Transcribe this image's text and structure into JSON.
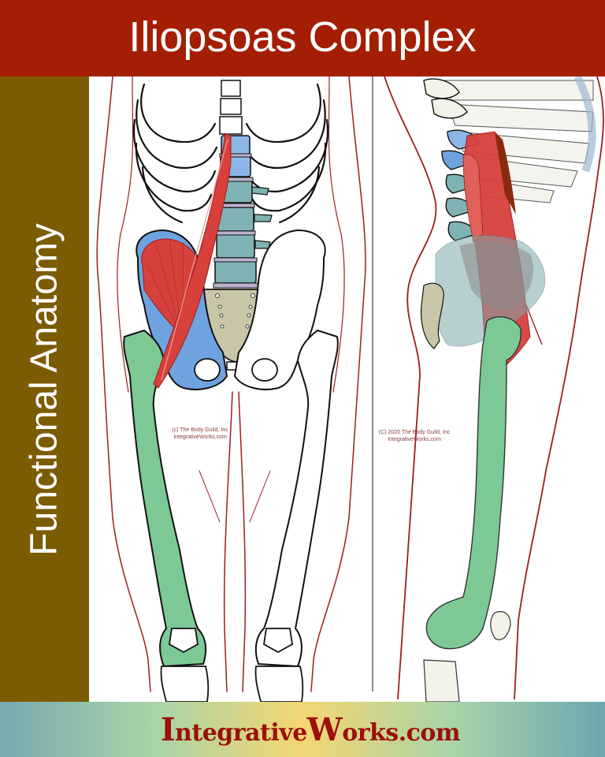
{
  "header": {
    "title": "Iliopsoas Complex",
    "background": "#a41e04",
    "text_color": "#ffffff"
  },
  "sidebar": {
    "label": "Functional Anatomy",
    "background": "#7b5c03",
    "text_color": "#ffffff"
  },
  "illustration": {
    "front_view": {
      "credit_line1": "(c) The Body Guild, Inc",
      "credit_line2": "IntegrativeWorks.com"
    },
    "side_view": {
      "credit_line1": "(C) 2020 The Body Guild, Inc",
      "credit_line2": "IntegrativeWorks.com"
    },
    "colors": {
      "muscle": "#d8403c",
      "pelvis_ilium": "#6fa3e0",
      "femur": "#7cc995",
      "lumbar_vertebrae": "#7fb3b3",
      "sacrum": "#c8c6a6",
      "outline": "#9c1e1e"
    }
  },
  "footer": {
    "brand_first_cap": "I",
    "brand_part1": "ntegrative",
    "brand_second_cap": "W",
    "brand_part2": "orks.com",
    "text_color": "#9c0f0a"
  }
}
